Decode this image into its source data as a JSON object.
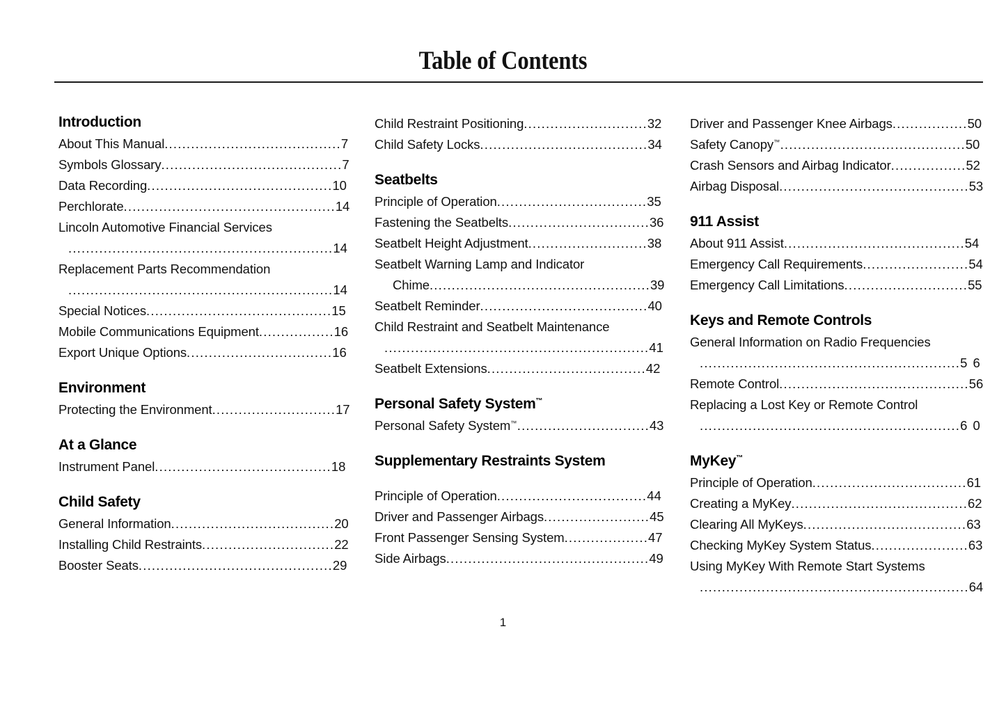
{
  "document": {
    "title": "Table of Contents",
    "page_number": "1"
  },
  "columns": [
    {
      "id": "column-1",
      "sections": [
        {
          "heading": "Introduction",
          "entries": [
            {
              "label": "About This Manual",
              "page": "7",
              "wrapped": false
            },
            {
              "label": "Symbols Glossary",
              "page": "7",
              "wrapped": false
            },
            {
              "label": "Data Recording",
              "page": "10",
              "wrapped": false
            },
            {
              "label": "Perchlorate",
              "page": "14",
              "wrapped": false
            },
            {
              "label": "Lincoln Automotive Financial Services",
              "page": "14",
              "wrapped": true
            },
            {
              "label": "Replacement Parts Recommendation",
              "page": "14",
              "wrapped": true
            },
            {
              "label": "Special Notices",
              "page": "15",
              "wrapped": false
            },
            {
              "label": "Mobile Communications Equipment",
              "page": "16",
              "wrapped": false
            },
            {
              "label": "Export Unique Options",
              "page": "16",
              "wrapped": false
            }
          ]
        },
        {
          "heading": "Environment",
          "entries": [
            {
              "label": "Protecting the Environment",
              "page": "17",
              "wrapped": false
            }
          ]
        },
        {
          "heading": "At a Glance",
          "entries": [
            {
              "label": "Instrument Panel",
              "page": "18",
              "wrapped": false
            }
          ]
        },
        {
          "heading": "Child Safety",
          "entries": [
            {
              "label": "General Information",
              "page": "20",
              "wrapped": false
            },
            {
              "label": "Installing Child Restraints",
              "page": "22",
              "wrapped": false
            },
            {
              "label": "Booster Seats",
              "page": "29",
              "wrapped": false
            }
          ]
        }
      ]
    },
    {
      "id": "column-2",
      "sections": [
        {
          "heading": "",
          "entries": [
            {
              "label": "Child Restraint Positioning",
              "page": "32",
              "wrapped": false
            },
            {
              "label": "Child Safety Locks",
              "page": "34",
              "wrapped": false
            }
          ]
        },
        {
          "heading": "Seatbelts",
          "entries": [
            {
              "label": "Principle of Operation",
              "page": "35",
              "wrapped": false
            },
            {
              "label": "Fastening the Seatbelts",
              "page": "36",
              "wrapped": false
            },
            {
              "label": "Seatbelt Height Adjustment",
              "page": "38",
              "wrapped": false
            },
            {
              "label": "Seatbelt Warning Lamp and Indicator",
              "continuation": "Chime",
              "page": "39",
              "wrapped": true
            },
            {
              "label": "Seatbelt Reminder",
              "page": "40",
              "wrapped": false
            },
            {
              "label": "Child Restraint and Seatbelt Maintenance",
              "page": "41",
              "wrapped": true
            },
            {
              "label": "Seatbelt Extensions",
              "page": "42",
              "wrapped": false
            }
          ]
        },
        {
          "heading": "Personal Safety System",
          "heading_tm": "™",
          "entries": [
            {
              "label": "Personal Safety System",
              "label_tm": "™",
              "page": "43",
              "wrapped": false
            }
          ]
        },
        {
          "heading": "Supplementary Restraints System",
          "heading_extra_gap": true,
          "entries": [
            {
              "label": "Principle of Operation",
              "page": "44",
              "wrapped": false
            },
            {
              "label": "Driver and Passenger Airbags",
              "page": "45",
              "wrapped": false
            },
            {
              "label": "Front Passenger Sensing System",
              "page": "47",
              "wrapped": false
            },
            {
              "label": "Side Airbags",
              "page": "49",
              "wrapped": false
            }
          ]
        }
      ]
    },
    {
      "id": "column-3",
      "sections": [
        {
          "heading": "",
          "entries": [
            {
              "label": "Driver and Passenger Knee Airbags",
              "page": "50",
              "wrapped": false
            },
            {
              "label": "Safety Canopy",
              "label_tm": "™",
              "page": "50",
              "wrapped": false
            },
            {
              "label": "Crash Sensors and Airbag Indicator",
              "page": "52",
              "wrapped": false
            },
            {
              "label": "Airbag Disposal",
              "page": "53",
              "wrapped": false
            }
          ]
        },
        {
          "heading": "911 Assist",
          "entries": [
            {
              "label": "About 911 Assist",
              "page": "54",
              "wrapped": false
            },
            {
              "label": "Emergency Call Requirements",
              "page": "54",
              "wrapped": false
            },
            {
              "label": "Emergency Call Limitations",
              "page": "55",
              "wrapped": false
            }
          ]
        },
        {
          "heading": "Keys and Remote Controls",
          "entries": [
            {
              "label": "General Information on Radio Frequencies",
              "page": "5 6",
              "wrapped": true
            },
            {
              "label": "Remote Control",
              "page": "56",
              "wrapped": false
            },
            {
              "label": "Replacing a Lost Key or Remote Control",
              "page": "6 0",
              "wrapped": true
            }
          ]
        },
        {
          "heading": "MyKey",
          "heading_tm": "™",
          "entries": [
            {
              "label": "Principle of Operation",
              "page": "61",
              "wrapped": false
            },
            {
              "label": "Creating a MyKey",
              "page": "62",
              "wrapped": false
            },
            {
              "label": "Clearing All MyKeys",
              "page": "63",
              "wrapped": false
            },
            {
              "label": "Checking MyKey System Status",
              "page": "63",
              "wrapped": false
            },
            {
              "label": "Using MyKey With Remote Start Systems",
              "page": "64",
              "wrapped": true
            }
          ]
        }
      ]
    }
  ]
}
